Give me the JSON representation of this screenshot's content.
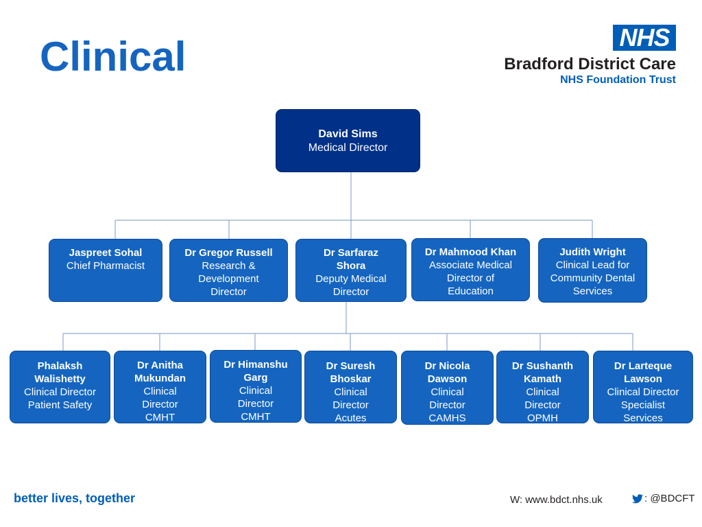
{
  "title": "Clinical",
  "logo": {
    "nhs": "NHS",
    "name": "Bradford District Care",
    "sub": "NHS Foundation Trust"
  },
  "top": {
    "name": "David Sims",
    "role": "Medical Director"
  },
  "row1": [
    {
      "name": "Jaspreet Sohal",
      "role": "Chief Pharmacist"
    },
    {
      "name": "Dr Gregor Russell",
      "role": "Research & Development Director"
    },
    {
      "name": "Dr Sarfaraz Shora",
      "role": "Deputy Medical Director"
    },
    {
      "name": "Dr Mahmood Khan",
      "role": "Associate Medical Director of Education"
    },
    {
      "name": "Judith Wright",
      "role": "Clinical Lead for Community Dental Services"
    }
  ],
  "row2": [
    {
      "name": "Phalaksh Walishetty",
      "role": "Clinical Director Patient Safety"
    },
    {
      "name": "Dr Anitha Mukundan",
      "role": "Clinical Director CMHT"
    },
    {
      "name": "Dr Himanshu Garg",
      "role": "Clinical Director CMHT"
    },
    {
      "name": "Dr Suresh Bhoskar",
      "role": "Clinical Director Acutes"
    },
    {
      "name": "Dr Nicola Dawson",
      "role": "Clinical Director CAMHS"
    },
    {
      "name": "Dr Sushanth Kamath",
      "role": "Clinical Director OPMH"
    },
    {
      "name": "Dr Larteque Lawson",
      "role": "Clinical Director Specialist Services"
    }
  ],
  "footer": {
    "tagline": "better lives, together",
    "web": "W: www.bdct.nhs.uk",
    "twitter": ": @BDCFT"
  },
  "colors": {
    "accent": "#1565c0",
    "top_box": "#003087",
    "nhs_blue": "#005eb8",
    "line": "#8ea9cf"
  }
}
